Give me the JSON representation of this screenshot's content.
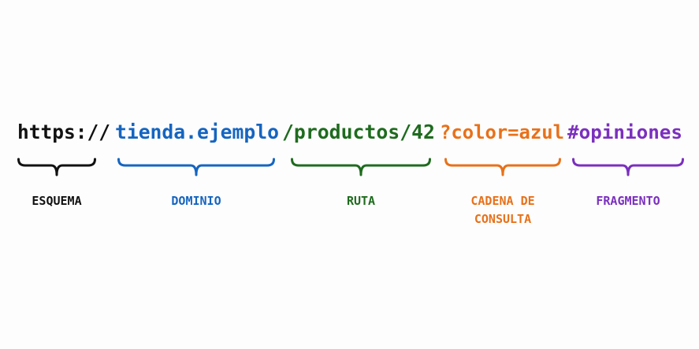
{
  "url_parts": [
    {
      "key": "scheme",
      "text": "https://",
      "label_lines": [
        "ESQUEMA"
      ],
      "color": "#111111"
    },
    {
      "key": "domain",
      "text": "tienda.ejemplo",
      "label_lines": [
        "DOMINIO"
      ],
      "color": "#1565c0"
    },
    {
      "key": "path",
      "text": "/productos/42",
      "label_lines": [
        "RUTA"
      ],
      "color": "#1e6b1e"
    },
    {
      "key": "query",
      "text": "?color=azul",
      "label_lines": [
        "CADENA DE",
        "CONSULTA"
      ],
      "color": "#e8711a"
    },
    {
      "key": "fragment",
      "text": "#opiniones",
      "label_lines": [
        "FRAGMENTO"
      ],
      "color": "#7b2fbe"
    }
  ]
}
